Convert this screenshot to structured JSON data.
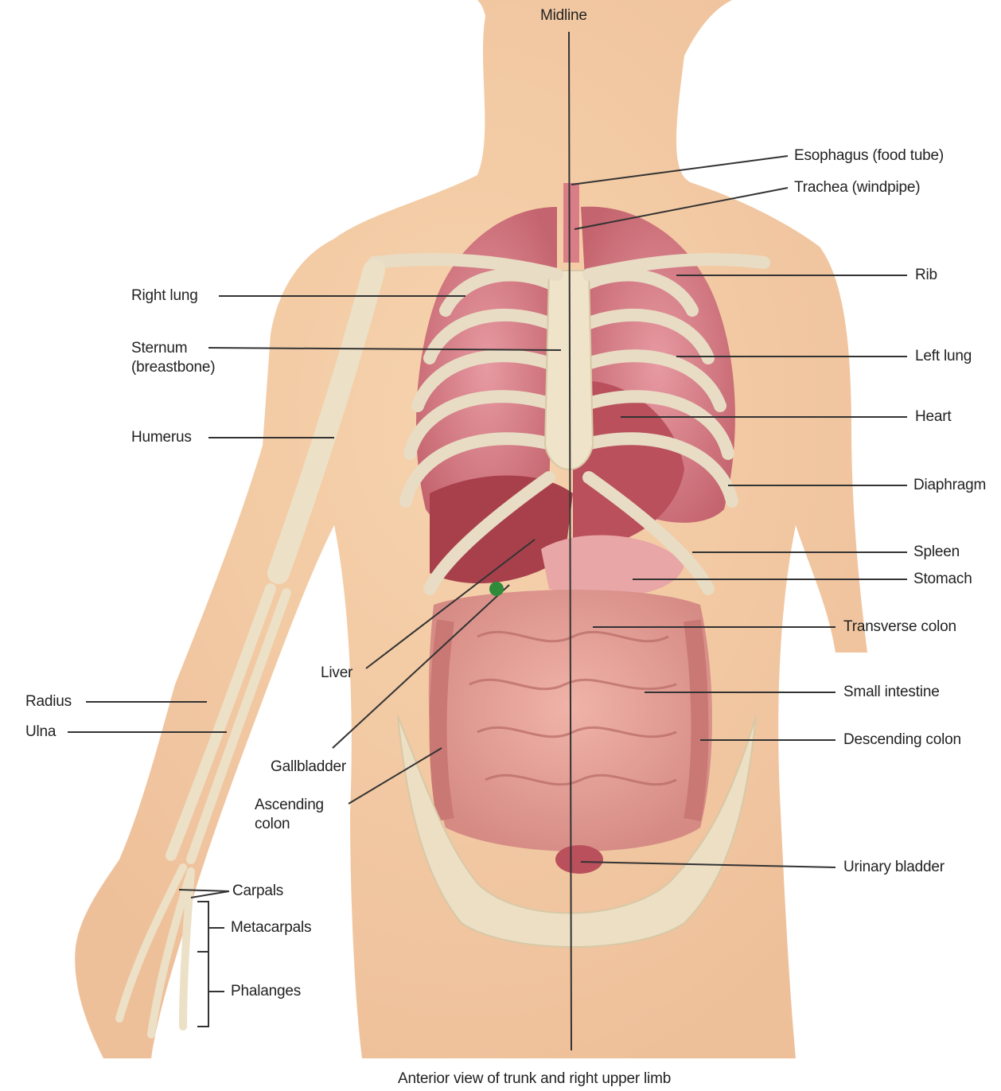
{
  "diagram": {
    "caption": "Anterior view of trunk and right upper limb",
    "midline": "Midline",
    "labels": {
      "esophagus": "Esophagus (food tube)",
      "trachea": "Trachea (windpipe)",
      "rib": "Rib",
      "right_lung": "Right lung",
      "sternum": "Sternum\n(breastbone)",
      "left_lung": "Left lung",
      "heart": "Heart",
      "humerus": "Humerus",
      "diaphragm": "Diaphragm",
      "spleen": "Spleen",
      "stomach": "Stomach",
      "transverse_colon": "Transverse colon",
      "liver": "Liver",
      "radius": "Radius",
      "small_intestine": "Small intestine",
      "ulna": "Ulna",
      "descending_colon": "Descending colon",
      "gallbladder": "Gallbladder",
      "ascending_colon": "Ascending\ncolon",
      "urinary_bladder": "Urinary bladder",
      "carpals": "Carpals",
      "metacarpals": "Metacarpals",
      "phalanges": "Phalanges"
    }
  }
}
